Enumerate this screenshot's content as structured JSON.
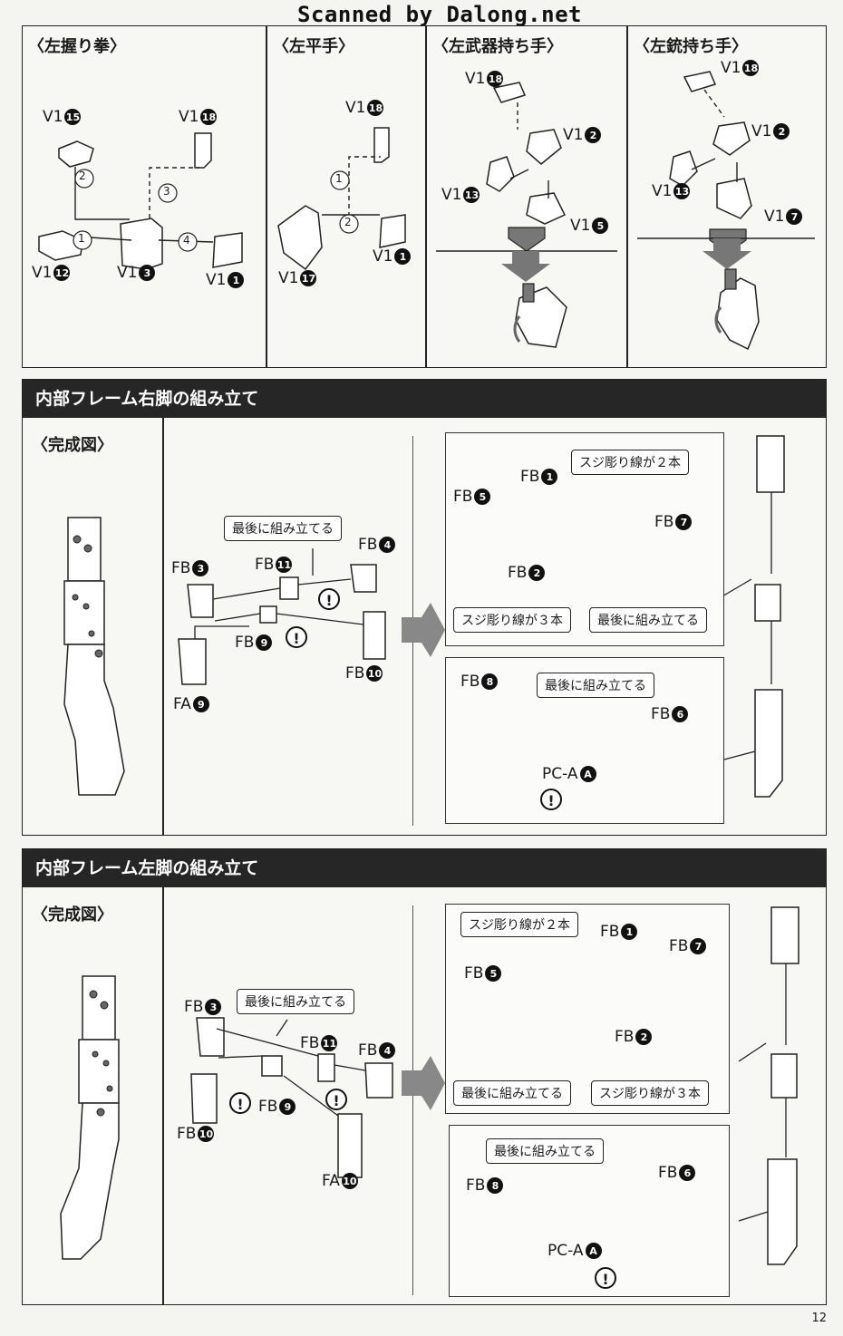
{
  "watermark": "Scanned by Dalong.net",
  "page_number": "12",
  "top": {
    "sections": [
      {
        "title": "〈左握り拳〉"
      },
      {
        "title": "〈左平手〉"
      },
      {
        "title": "〈左武器持ち手〉"
      },
      {
        "title": "〈左銃持ち手〉"
      }
    ],
    "fist": {
      "p15": "V1",
      "n15": "15",
      "p18": "V1",
      "n18": "18",
      "p12": "V1",
      "n12": "12",
      "p3": "V1",
      "n3": "3",
      "p1": "V1",
      "n1": "1",
      "s1": "1",
      "s2": "2",
      "s3": "3",
      "s4": "4"
    },
    "open": {
      "p18": "V1",
      "n18": "18",
      "p17": "V1",
      "n17": "17",
      "p1": "V1",
      "n1": "1",
      "s1": "1",
      "s2": "2"
    },
    "weapon": {
      "p18": "V1",
      "n18": "18",
      "p2": "V1",
      "n2": "2",
      "p13": "V1",
      "n13": "13",
      "p5": "V1",
      "n5": "5"
    },
    "gun": {
      "p18": "V1",
      "n18": "18",
      "p2": "V1",
      "n2": "2",
      "p13": "V1",
      "n13": "13",
      "p7": "V1",
      "n7": "7"
    }
  },
  "right_leg": {
    "header": "内部フレーム右脚の組み立て",
    "complete": "〈完成図〉",
    "note_last": "最後に組み立てる",
    "fb4": "FB",
    "n4": "4",
    "fb3": "FB",
    "n3": "3",
    "fb11": "FB",
    "n11": "11",
    "fb9": "FB",
    "n9": "9",
    "fa9": "FA",
    "nfa9": "9",
    "fb10": "FB",
    "n10": "10",
    "upper": {
      "note_two": "スジ彫り線が２本",
      "note_three": "スジ彫り線が３本",
      "note_last": "最後に組み立てる",
      "fb1": "FB",
      "n1": "1",
      "fb5": "FB",
      "n5": "5",
      "fb7": "FB",
      "n7": "7",
      "fb2": "FB",
      "n2": "2"
    },
    "lower": {
      "note_last": "最後に組み立てる",
      "fb8": "FB",
      "n8": "8",
      "fb6": "FB",
      "n6": "6",
      "pca": "PC-A",
      "nA": "A"
    }
  },
  "left_leg": {
    "header": "内部フレーム左脚の組み立て",
    "complete": "〈完成図〉",
    "note_last": "最後に組み立てる",
    "fb3": "FB",
    "n3": "3",
    "fb11": "FB",
    "n11": "11",
    "fb4": "FB",
    "n4": "4",
    "fb9": "FB",
    "n9": "9",
    "fb10": "FB",
    "n10": "10",
    "fa10": "FA",
    "nfa10": "10",
    "upper": {
      "note_two": "スジ彫り線が２本",
      "note_three": "スジ彫り線が３本",
      "note_last": "最後に組み立てる",
      "fb1": "FB",
      "n1": "1",
      "fb5": "FB",
      "n5": "5",
      "fb7": "FB",
      "n7": "7",
      "fb2": "FB",
      "n2": "2"
    },
    "lower": {
      "note_last": "最後に組み立てる",
      "fb8": "FB",
      "n8": "8",
      "fb6": "FB",
      "n6": "6",
      "pca": "PC-A",
      "nA": "A"
    }
  },
  "warning_mark": "!"
}
